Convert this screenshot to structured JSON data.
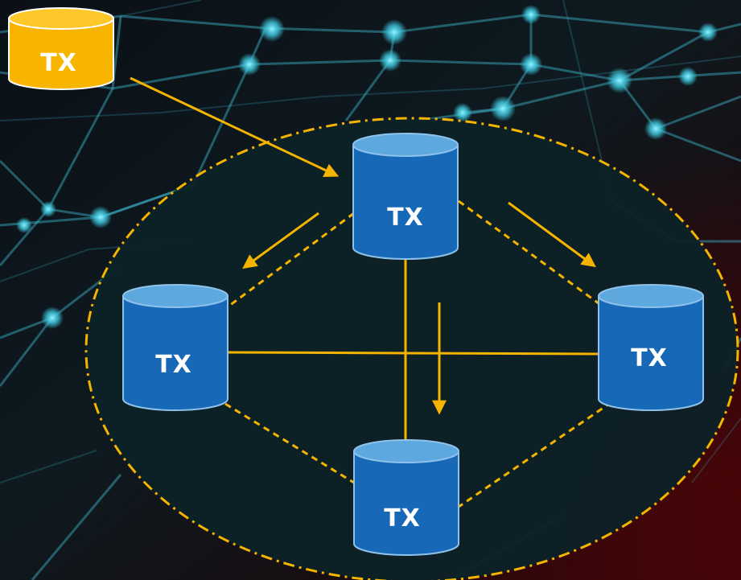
{
  "diagram": {
    "nodes": {
      "incoming": {
        "label": "TX"
      },
      "top": {
        "label": "TX"
      },
      "left": {
        "label": "TX"
      },
      "right": {
        "label": "TX"
      },
      "bottom": {
        "label": "TX"
      }
    }
  },
  "colors": {
    "background_dark": "#0b0608",
    "background_mid": "#0e1a20",
    "background_red": "#3a0508",
    "network_lines": "#3fb6cc",
    "network_nodes": "#4fd7ea",
    "cluster_fill": "#0c2227",
    "cluster_border": "#f4b400",
    "connection_lines": "#f4b400",
    "incoming_node_fill": "#f7b500",
    "incoming_node_top": "#ffc82a",
    "node_fill": "#1769b8",
    "node_top": "#5ea8e0",
    "node_outline": "#8fc2ea",
    "label_text": "#ffffff"
  },
  "icons": {
    "incoming": "database-cylinder-icon",
    "nodes": "database-cylinder-icon"
  }
}
